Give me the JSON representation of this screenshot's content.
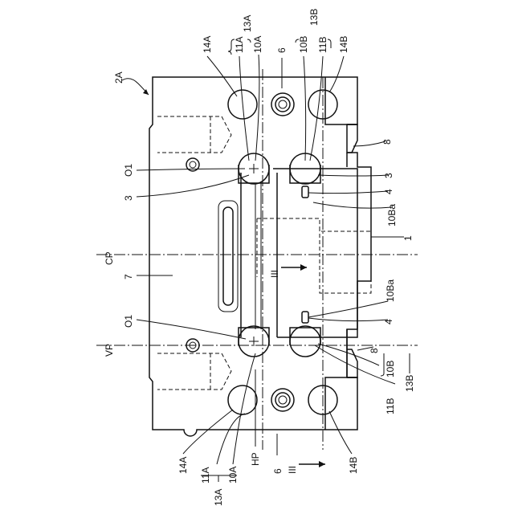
{
  "labels": {
    "ref_2a": "2A",
    "ref_14a_top": "14A",
    "ref_11a_top": "11A",
    "ref_13a_top": "13A",
    "ref_10a_top": "10A",
    "ref_6_top": "6",
    "ref_10b_top": "10B",
    "ref_11b_top": "11B",
    "ref_13b_top": "13B",
    "ref_14b_top": "14B",
    "ref_8_top": "8",
    "ref_3_right": "3",
    "ref_4_top": "4",
    "ref_10ba_top": "10Ba",
    "ref_1": "1",
    "ref_10ba_bottom": "10Ba",
    "ref_4_bottom": "4",
    "ref_8_bottom": "8",
    "ref_10b_bottom": "10B",
    "ref_11b_bottom": "11B",
    "ref_13b_bottom": "13B",
    "ref_14b_bottom": "14B",
    "ref_6_bottom": "6",
    "ref_hp": "HP",
    "ref_10a_bottom": "10A",
    "ref_11a_bottom": "11A",
    "ref_13a_bottom": "13A",
    "ref_14a_bottom": "14A",
    "ref_vp": "VP",
    "ref_o1_bottom": "O1",
    "ref_7": "7",
    "ref_cp": "CP",
    "ref_3_left": "3",
    "ref_o1_top": "O1",
    "section_iii_inner": "III",
    "section_iii_outer": "III"
  }
}
